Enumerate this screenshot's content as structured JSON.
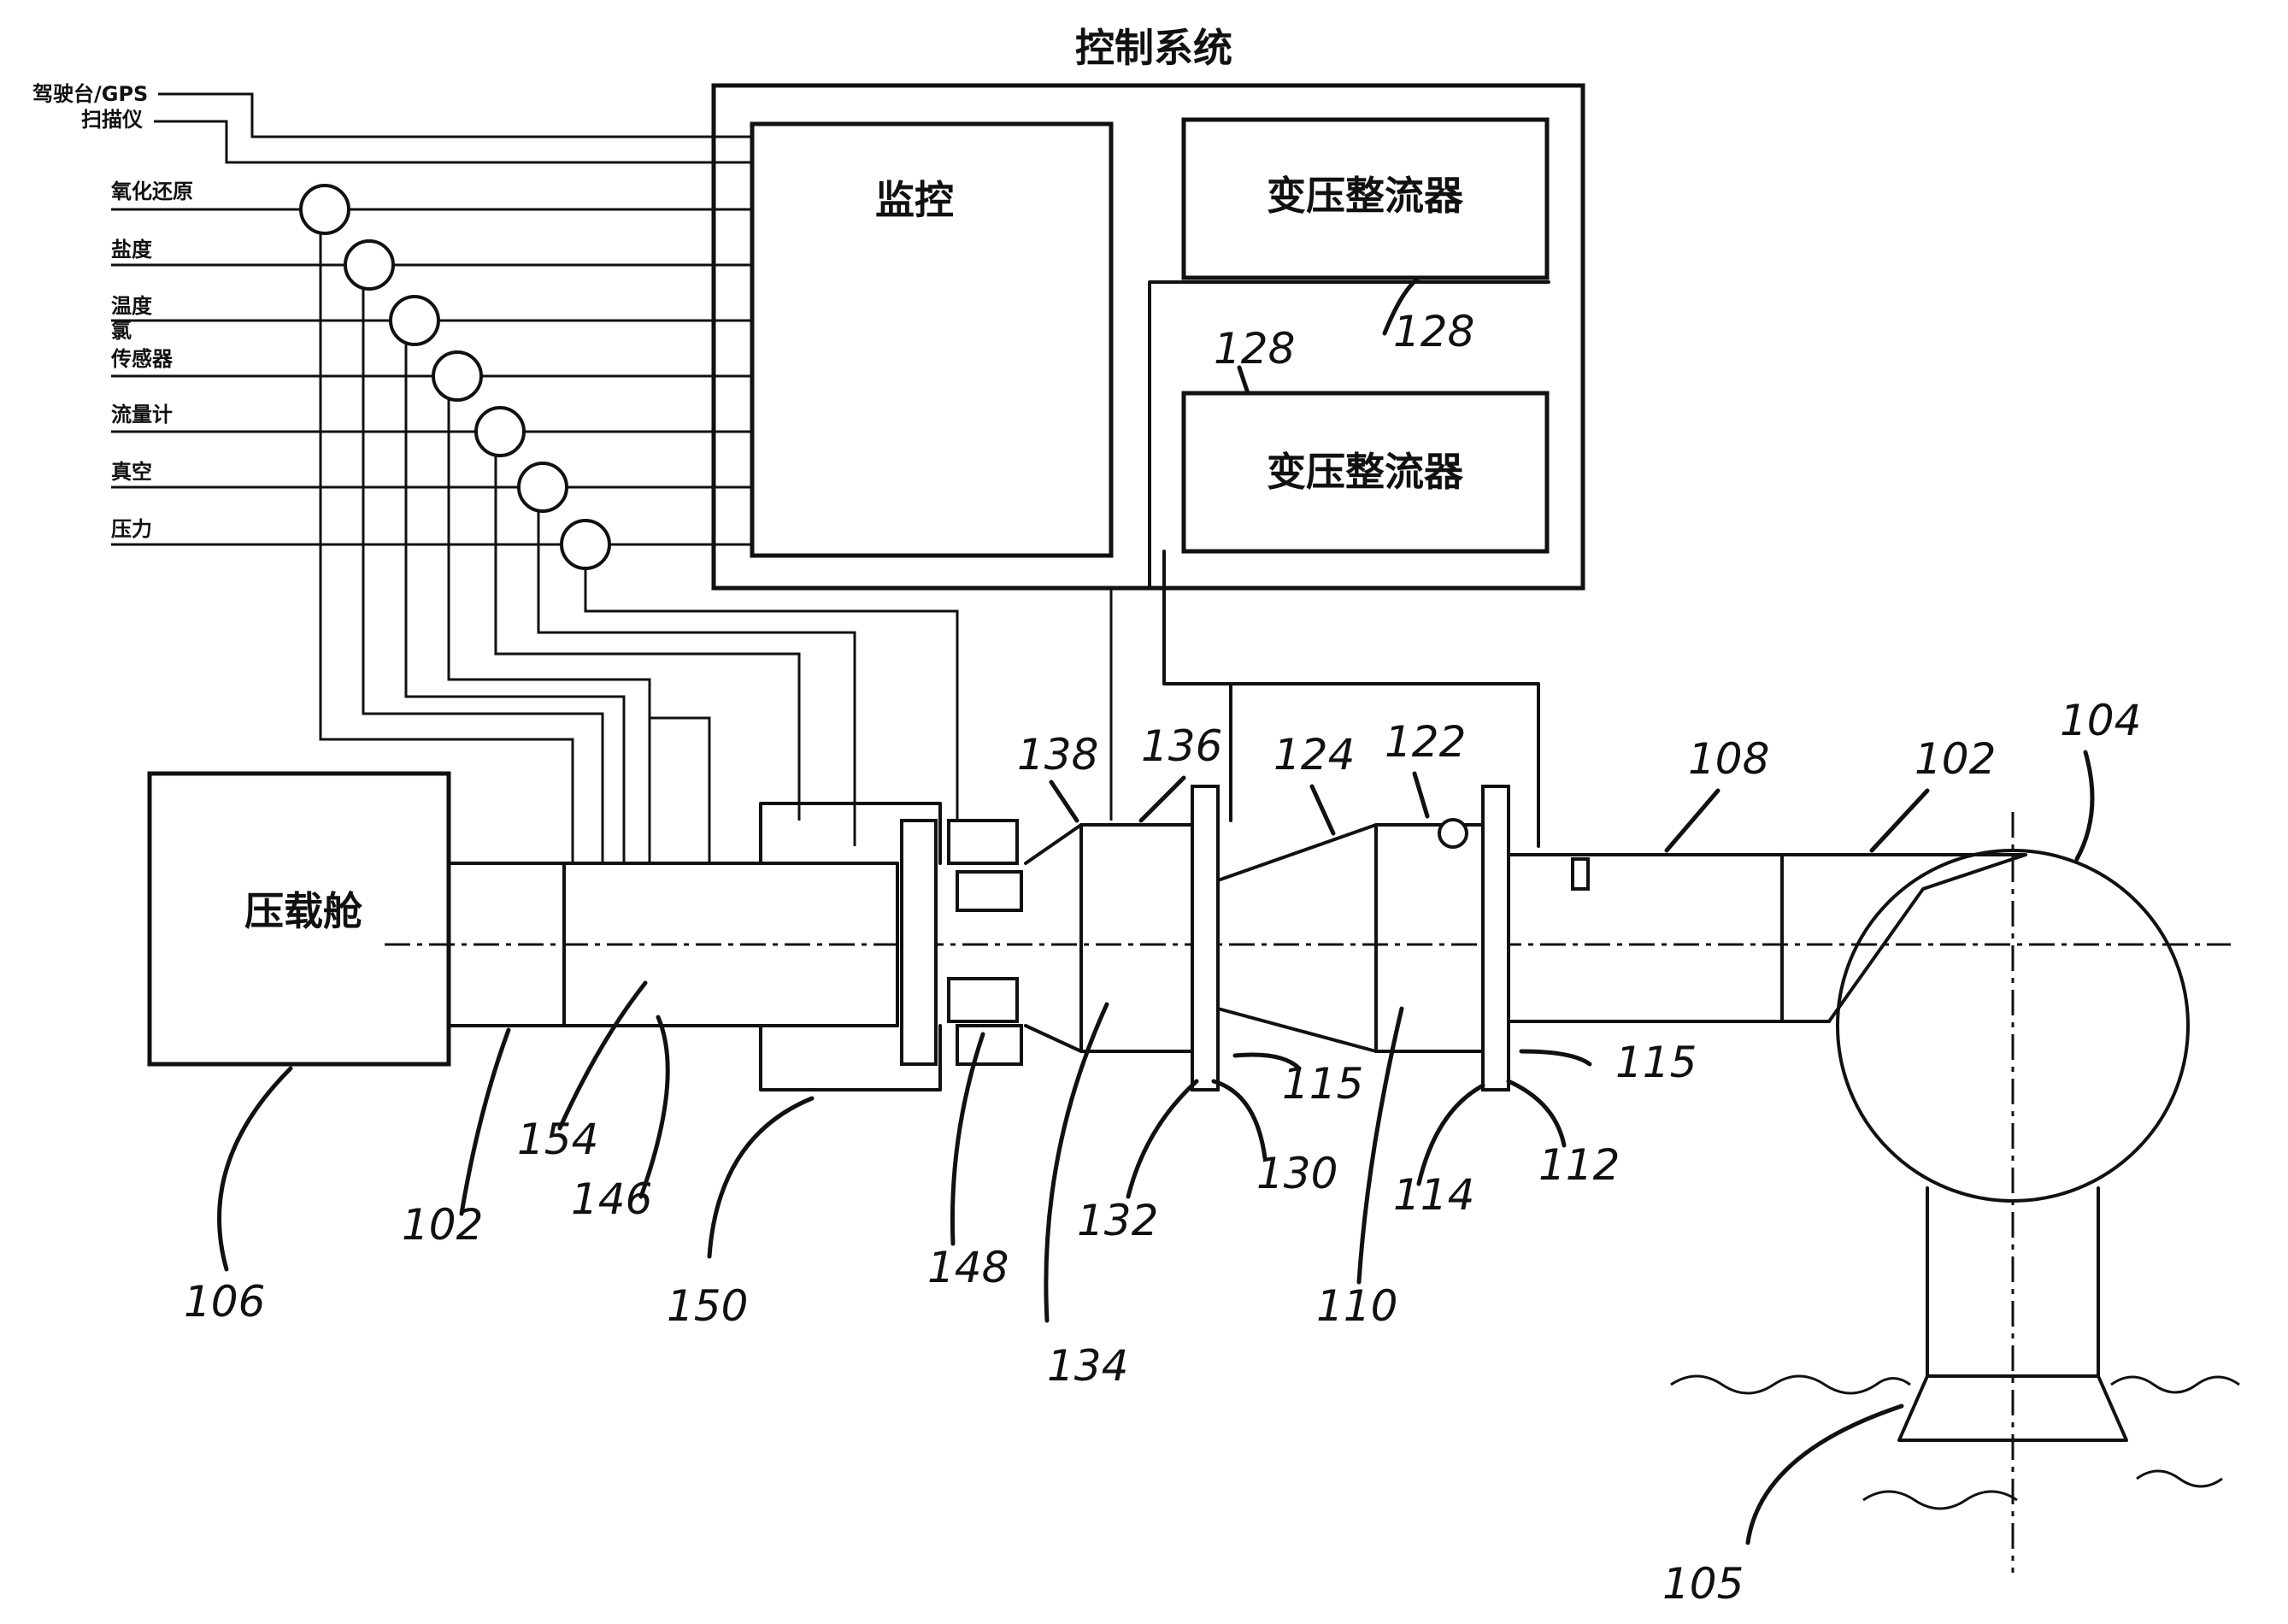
{
  "diagram": {
    "title": "控制系统",
    "boxes": {
      "monitor": "监控",
      "rectifier_top": "变压整流器",
      "rectifier_bottom": "变压整流器",
      "ballast_tank": "压载舱"
    },
    "inputs": {
      "console_gps": "驾驶台/GPS",
      "scanner": "扫描仪"
    },
    "sensor_labels": [
      "氧化还原",
      "盐度",
      "温度",
      "氯",
      "传感器",
      "流量计",
      "真空",
      "压力"
    ],
    "reference_numerals": {
      "r104": "104",
      "r108": "108",
      "r102_right": "102",
      "r102_left": "102",
      "r138": "138",
      "r136": "136",
      "r124": "124",
      "r122": "122",
      "r128_a": "128",
      "r128_b": "128",
      "r115_a": "115",
      "r115_b": "115",
      "r154": "154",
      "r146": "146",
      "r150": "150",
      "r148": "148",
      "r132": "132",
      "r130": "130",
      "r134": "134",
      "r114": "114",
      "r112": "112",
      "r110": "110",
      "r106": "106",
      "r105": "105"
    }
  }
}
